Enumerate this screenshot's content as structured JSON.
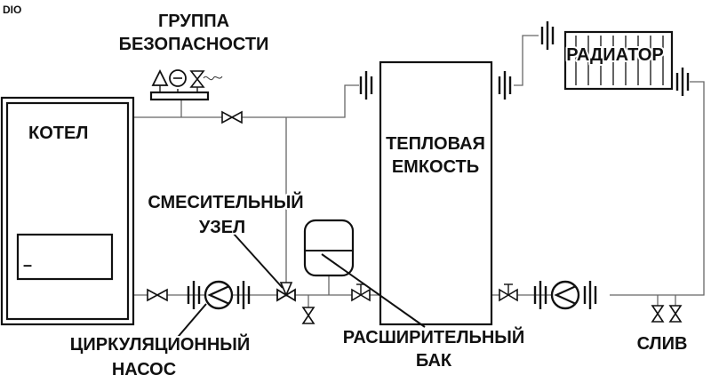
{
  "watermark": "DIO",
  "labels": {
    "safety_group_line1": "ГРУППА",
    "safety_group_line2": "БЕЗОПАСНОСТИ",
    "boiler": "КОТЕЛ",
    "heat_tank_line1": "ТЕПЛОВАЯ",
    "heat_tank_line2": "ЕМКОСТЬ",
    "radiator": "РАДИАТОР",
    "mixing_unit_line1": "СМЕСИТЕЛЬНЫЙ",
    "mixing_unit_line2": "УЗЕЛ",
    "pump_line1": "ЦИРКУЛЯЦИОННЫЙ",
    "pump_line2": "НАСОС",
    "expansion_tank_line1": "РАСШИРИТЕЛЬНЫЙ",
    "expansion_tank_line2": "БАК",
    "drain": "СЛИВ"
  },
  "boiler_panel_mark": "–"
}
